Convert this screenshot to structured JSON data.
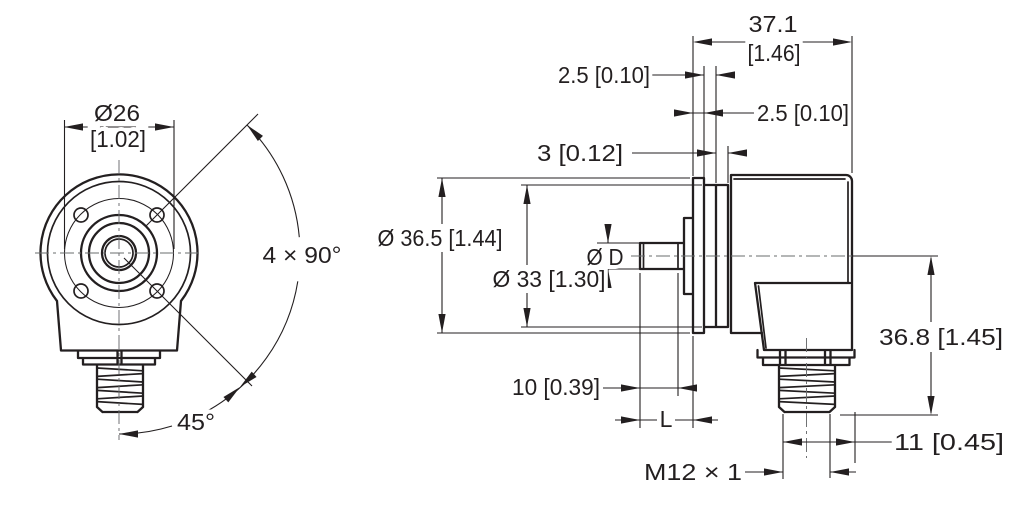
{
  "drawing": {
    "title": "Encoder dimension drawing",
    "labels": {
      "front": {
        "bolt_circle_mm": "Ø26",
        "bolt_circle_in": "[1.02]",
        "hole_pattern": "4 × 90°",
        "connector_angle": "45°"
      },
      "side": {
        "flange_dia": "Ø 36.5 [1.44]",
        "pilot_dia": "Ø 33 [1.30]",
        "shaft_dia": "Ø D",
        "width_mm": "37.1",
        "width_in": "[1.46]",
        "plate_a": "2.5 [0.10]",
        "plate_b": "2.5 [0.10]",
        "plate_c": "3 [0.12]",
        "shaft_len": "10 [0.39]",
        "shaft_total": "L",
        "conn_height": "36.8 [1.45]",
        "conn_len": "11 [0.45]",
        "thread": "M12 × 1"
      }
    },
    "colors": {
      "line": "#231f20",
      "centerline": "#6a6c6e",
      "background": "#ffffff"
    }
  }
}
